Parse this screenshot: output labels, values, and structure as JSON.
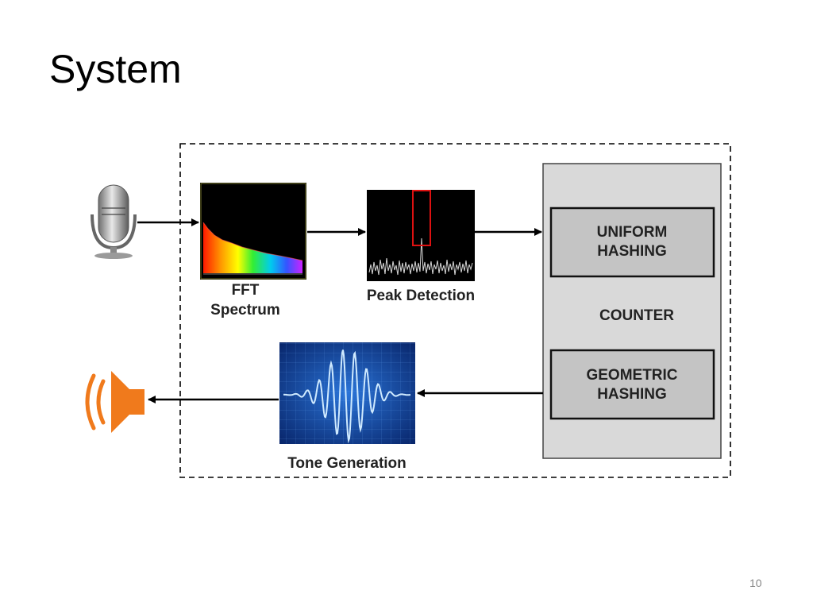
{
  "slide": {
    "title": "System",
    "page_number": "10"
  },
  "diagram": {
    "fft_label_1": "FFT",
    "fft_label_2": "Spectrum",
    "peak_label": "Peak Detection",
    "tone_label": "Tone Generation",
    "counter_label": "COUNTER",
    "uniform_1": "UNIFORM",
    "uniform_2": "HASHING",
    "geometric_1": "GEOMETRIC",
    "geometric_2": "HASHING"
  }
}
